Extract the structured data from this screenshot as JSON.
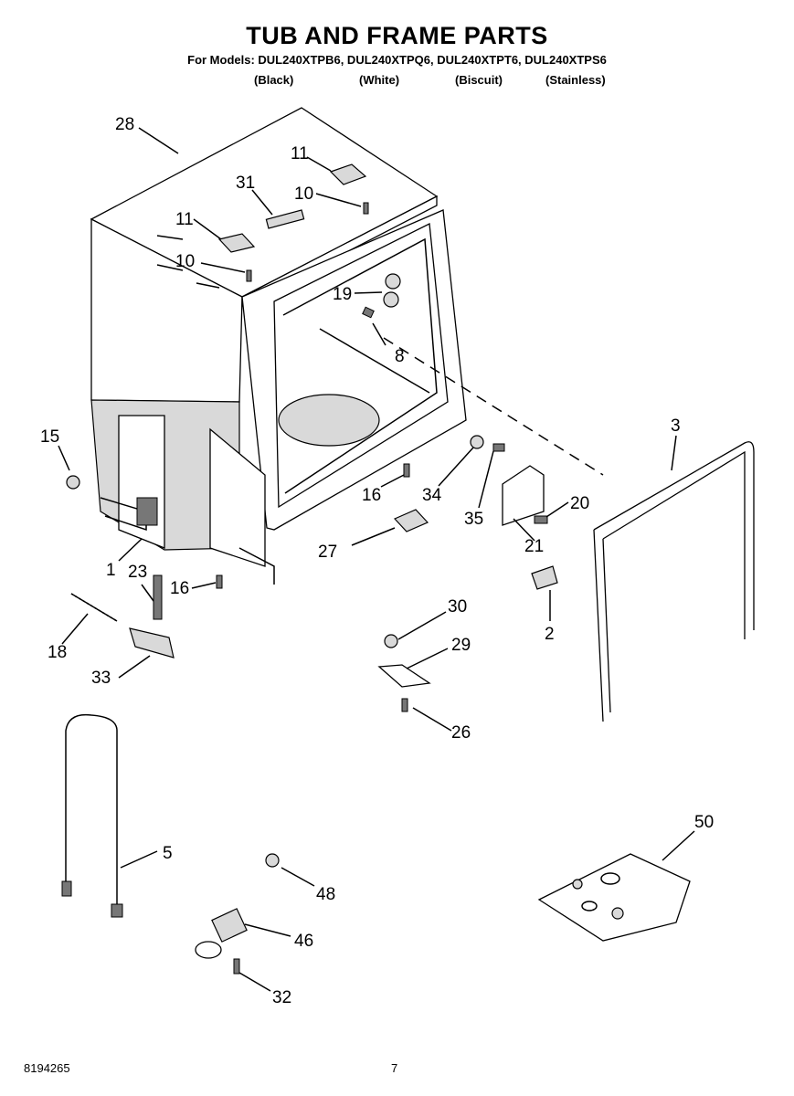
{
  "title": "TUB AND FRAME PARTS",
  "models_line": "For Models: DUL240XTPB6, DUL240XTPQ6, DUL240XTPT6, DUL240XTPS6",
  "colors": [
    "(Black)",
    "(White)",
    "(Biscuit)",
    "(Stainless)"
  ],
  "callouts": [
    "28",
    "11",
    "31",
    "10",
    "11",
    "10",
    "19",
    "8",
    "3",
    "15",
    "16",
    "34",
    "35",
    "20",
    "21",
    "27",
    "1",
    "23",
    "16",
    "2",
    "18",
    "30",
    "29",
    "33",
    "26",
    "5",
    "50",
    "48",
    "46",
    "32"
  ],
  "footer": {
    "doc_number": "8194265",
    "page": "7"
  }
}
